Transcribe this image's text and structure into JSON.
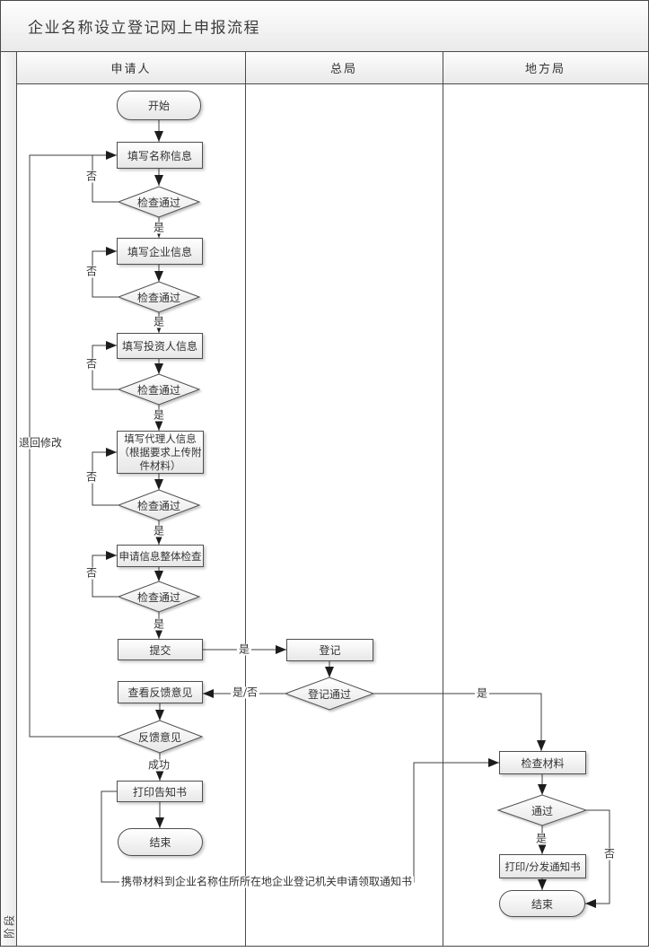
{
  "title": "企业名称设立登记网上申报流程",
  "sidebar": {
    "label": "阶段"
  },
  "lanes": [
    {
      "label": "申请人"
    },
    {
      "label": "总局"
    },
    {
      "label": "地方局"
    }
  ],
  "nodes": {
    "start": {
      "label": "开始"
    },
    "fill_name": {
      "label": "填写名称信息"
    },
    "check_name": {
      "label": "检查通过"
    },
    "fill_company": {
      "label": "填写企业信息"
    },
    "check_company": {
      "label": "检查通过"
    },
    "fill_investor": {
      "label": "填写投资人信息"
    },
    "check_investor": {
      "label": "检查通过"
    },
    "fill_agent": {
      "lines": [
        "填写代理人信息",
        "（根据要求上传附",
        "件材料）"
      ]
    },
    "check_agent": {
      "label": "检查通过"
    },
    "overall_check": {
      "label": "申请信息整体检查"
    },
    "check_overall": {
      "label": "检查通过"
    },
    "submit": {
      "label": "提交"
    },
    "register": {
      "label": "登记"
    },
    "view_feedback": {
      "label": "查看反馈意见"
    },
    "register_pass": {
      "label": "登记通过"
    },
    "feedback": {
      "label": "反馈意见"
    },
    "print_notice": {
      "label": "打印告知书"
    },
    "end_applicant": {
      "label": "结束"
    },
    "check_materials": {
      "label": "检查材料"
    },
    "pass": {
      "label": "通过"
    },
    "print_distribute": {
      "label": "打印/分发通知书"
    },
    "end_local": {
      "label": "结束"
    }
  },
  "edge_labels": {
    "yes": "是",
    "no": "否",
    "yes_no": "是/否",
    "success": "成功",
    "return_modify": "退回修改",
    "carry_materials": "携带材料到企业名称住所所在地企业登记机关申请领取通知书"
  },
  "colors": {
    "line": "#3f3f3f",
    "shape_border": "#4f4f4f",
    "title_text": "#3c3c3c"
  }
}
